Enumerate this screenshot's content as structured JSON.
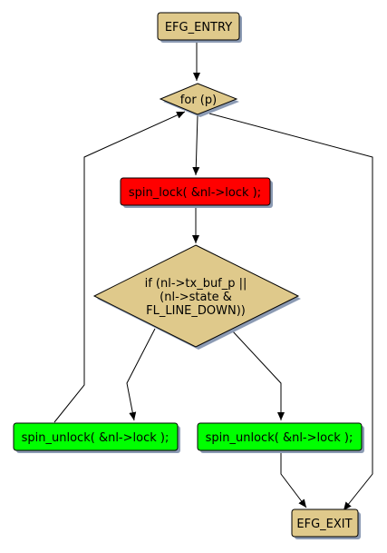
{
  "nodes": {
    "entry": {
      "label": "EFG_ENTRY",
      "shape": "box",
      "color": "#dfc98b"
    },
    "loop": {
      "label": "for (p)",
      "shape": "diamond",
      "color": "#dfc98b"
    },
    "lock": {
      "label": "spin_lock( &nl->lock );",
      "shape": "box",
      "color": "#ff0000"
    },
    "cond": {
      "lines": [
        "if (nl->tx_buf_p ||",
        "(nl->state &",
        "FL_LINE_DOWN))"
      ],
      "shape": "diamond",
      "color": "#dfc98b"
    },
    "unlock_left": {
      "label": "spin_unlock( &nl->lock );",
      "shape": "box",
      "color": "#00ff00"
    },
    "unlock_right": {
      "label": "spin_unlock( &nl->lock );",
      "shape": "box",
      "color": "#00ff00"
    },
    "exit": {
      "label": "EFG_EXIT",
      "shape": "box",
      "color": "#dfc98b"
    }
  },
  "edges": [
    [
      "entry",
      "loop"
    ],
    [
      "loop",
      "lock"
    ],
    [
      "loop",
      "exit"
    ],
    [
      "lock",
      "cond"
    ],
    [
      "cond",
      "unlock_left"
    ],
    [
      "cond",
      "unlock_right"
    ],
    [
      "unlock_left",
      "loop"
    ],
    [
      "unlock_right",
      "exit"
    ]
  ],
  "colors": {
    "shadow": "#8c9bb4",
    "border": "#000000",
    "edge": "#000000"
  }
}
